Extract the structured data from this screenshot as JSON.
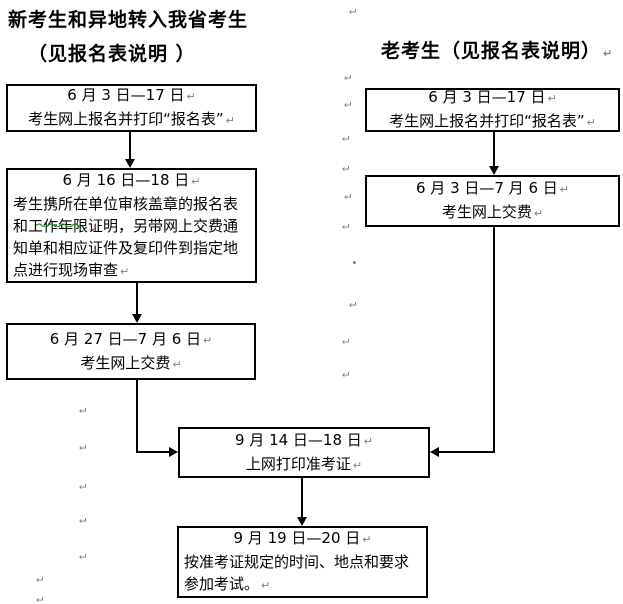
{
  "document": {
    "title_left_line1": "新考生和异地转入我省考生",
    "title_left_line2": "（见报名表说明 ）",
    "title_right": "老考生（见报名表说明）"
  },
  "paragraph_mark_glyph": "↵",
  "colors": {
    "text": "#000000",
    "box_border": "#000000",
    "background": "#ffffff",
    "paragraph_mark": "#808080",
    "spellcheck_wave": "#00a000"
  },
  "flowchart": {
    "left_column_label": "新考生和异地转入我省考生（见报名表说明）",
    "right_column_label": "老考生（见报名表说明）",
    "boxes": [
      {
        "id": "new-register",
        "date": "6 月 3 日—17 日",
        "body": "考生网上报名并打印“报名表”"
      },
      {
        "id": "new-onsite-review",
        "date": "6 月 16 日—18 日",
        "body": "考生携所在单位审核盖章的报名表和工作年限证明，另带网上交费通知单和相应证件及复印件到指定地点进行现场审查"
      },
      {
        "id": "new-pay",
        "date": "6 月 27 日—7 月 6 日",
        "body": "考生网上交费"
      },
      {
        "id": "old-register",
        "date": "6 月 3 日—17 日",
        "body": "考生网上报名并打印“报名表”"
      },
      {
        "id": "old-pay",
        "date": "6 月 3 日—7 月 6 日",
        "body": "考生网上交费"
      },
      {
        "id": "print-ticket",
        "date": "9 月 14 日—18 日",
        "body": "上网打印准考证"
      },
      {
        "id": "exam",
        "date": "9 月 19 日—20 日",
        "body": "按准考证规定的时间、地点和要求参加考试。"
      }
    ],
    "edges": [
      {
        "from": "new-register",
        "to": "new-onsite-review"
      },
      {
        "from": "new-onsite-review",
        "to": "new-pay"
      },
      {
        "from": "new-pay",
        "to": "print-ticket"
      },
      {
        "from": "old-register",
        "to": "old-pay"
      },
      {
        "from": "old-pay",
        "to": "print-ticket"
      },
      {
        "from": "print-ticket",
        "to": "exam"
      }
    ]
  }
}
